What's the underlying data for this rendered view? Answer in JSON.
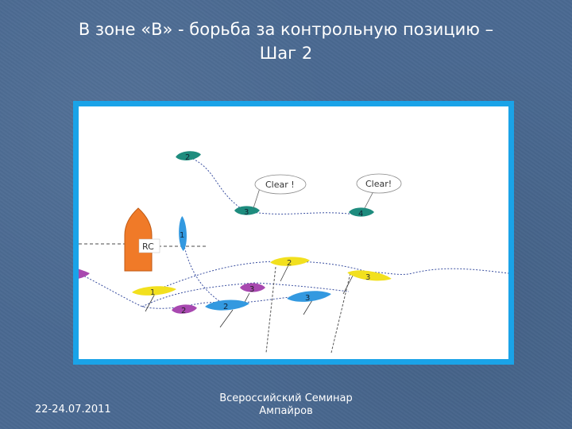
{
  "slide": {
    "title_line1": "В зоне «В» - борьба за контрольную позицию –",
    "title_line2": "Шаг 2",
    "footer_date": "22-24.07.2011",
    "footer_center_line1": "Всероссийский Семинар",
    "footer_center_line2": "Ампайров"
  },
  "diagram": {
    "committee_boat_label": "RC",
    "callouts": [
      "Clear !",
      "Clear!"
    ],
    "boats": [
      {
        "id": "teal-2",
        "label": "2",
        "color": "#1e8c7e"
      },
      {
        "id": "teal-3",
        "label": "3",
        "color": "#1e8c7e"
      },
      {
        "id": "teal-4",
        "label": "4",
        "color": "#1e8c7e"
      },
      {
        "id": "blue-1",
        "label": "1",
        "color": "#3399e0"
      },
      {
        "id": "yellow-2",
        "label": "2",
        "color": "#f2e01e"
      },
      {
        "id": "yellow-3",
        "label": "3",
        "color": "#f2e01e"
      },
      {
        "id": "yellow-1",
        "label": "1",
        "color": "#f2e01e"
      },
      {
        "id": "purple-3",
        "label": "3",
        "color": "#a848b0"
      },
      {
        "id": "blue-3",
        "label": "3",
        "color": "#3399e0"
      },
      {
        "id": "purple-2",
        "label": "2",
        "color": "#a848b0"
      },
      {
        "id": "blue-2",
        "label": "2",
        "color": "#3399e0"
      }
    ]
  }
}
